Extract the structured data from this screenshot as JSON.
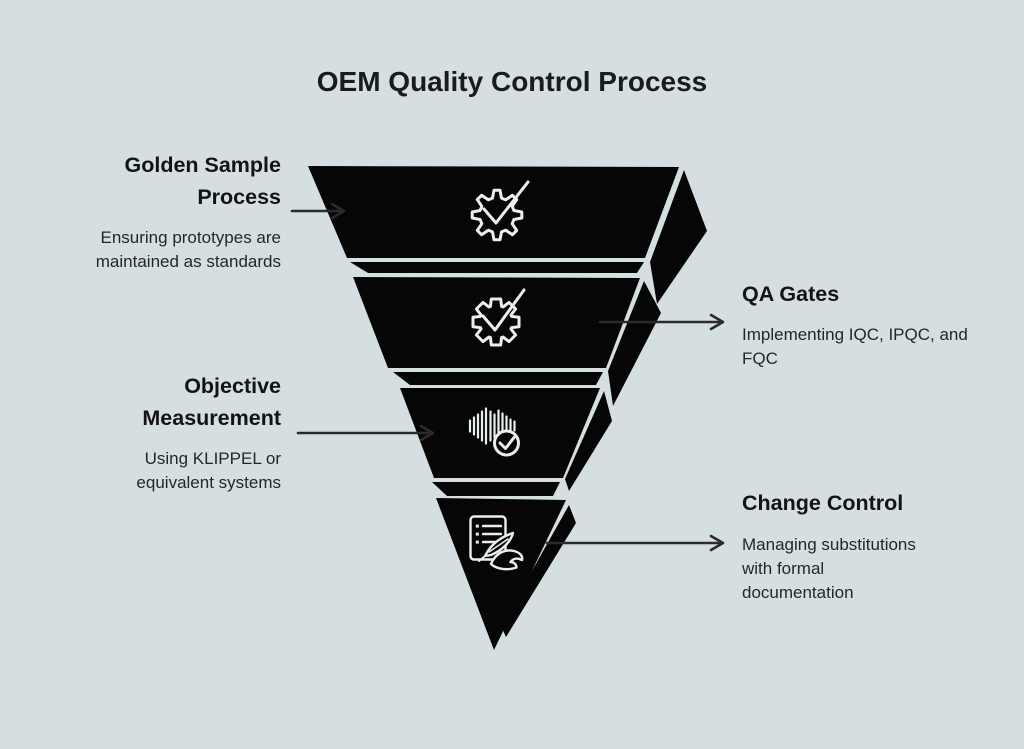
{
  "title": "OEM Quality Control Process",
  "colors": {
    "background": "#d5dfe1",
    "funnel_fill": "#060606",
    "icon_stroke": "#e9eef1",
    "heading_text": "#131313",
    "body_text": "#262626",
    "arrow": "#2b2b2b"
  },
  "funnel": {
    "type": "inverted-pyramid",
    "segment_count": 4,
    "segments": [
      {
        "level": 1,
        "icon": "badge-check-icon"
      },
      {
        "level": 2,
        "icon": "gear-check-icon"
      },
      {
        "level": 3,
        "icon": "waveform-check-icon"
      },
      {
        "level": 4,
        "icon": "document-signature-icon"
      }
    ]
  },
  "steps": [
    {
      "heading": "Golden Sample Process",
      "description": "Ensuring prototypes are maintained as standards",
      "side": "left",
      "icon": "badge-check-icon"
    },
    {
      "heading": "QA Gates",
      "description": "Implementing IQC, IPQC, and FQC",
      "side": "right",
      "icon": "gear-check-icon"
    },
    {
      "heading": "Objective Measurement",
      "description": "Using KLIPPEL or equivalent systems",
      "side": "left",
      "icon": "waveform-check-icon"
    },
    {
      "heading": "Change Control",
      "description": "Managing substitutions with formal documentation",
      "side": "right",
      "icon": "document-signature-icon"
    }
  ]
}
